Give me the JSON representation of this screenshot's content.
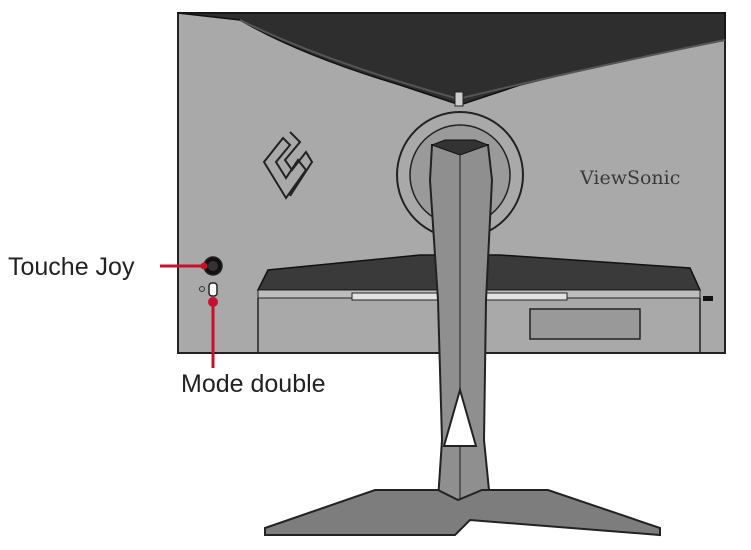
{
  "callouts": {
    "joy_key": "Touche Joy",
    "dual_mode": "Mode double"
  },
  "monitor": {
    "brand": "ViewSonic"
  },
  "colors": {
    "callout_accent": "#c8102e",
    "body_fill": "#a9a9a9",
    "stand_fill": "#8f8f8f"
  }
}
